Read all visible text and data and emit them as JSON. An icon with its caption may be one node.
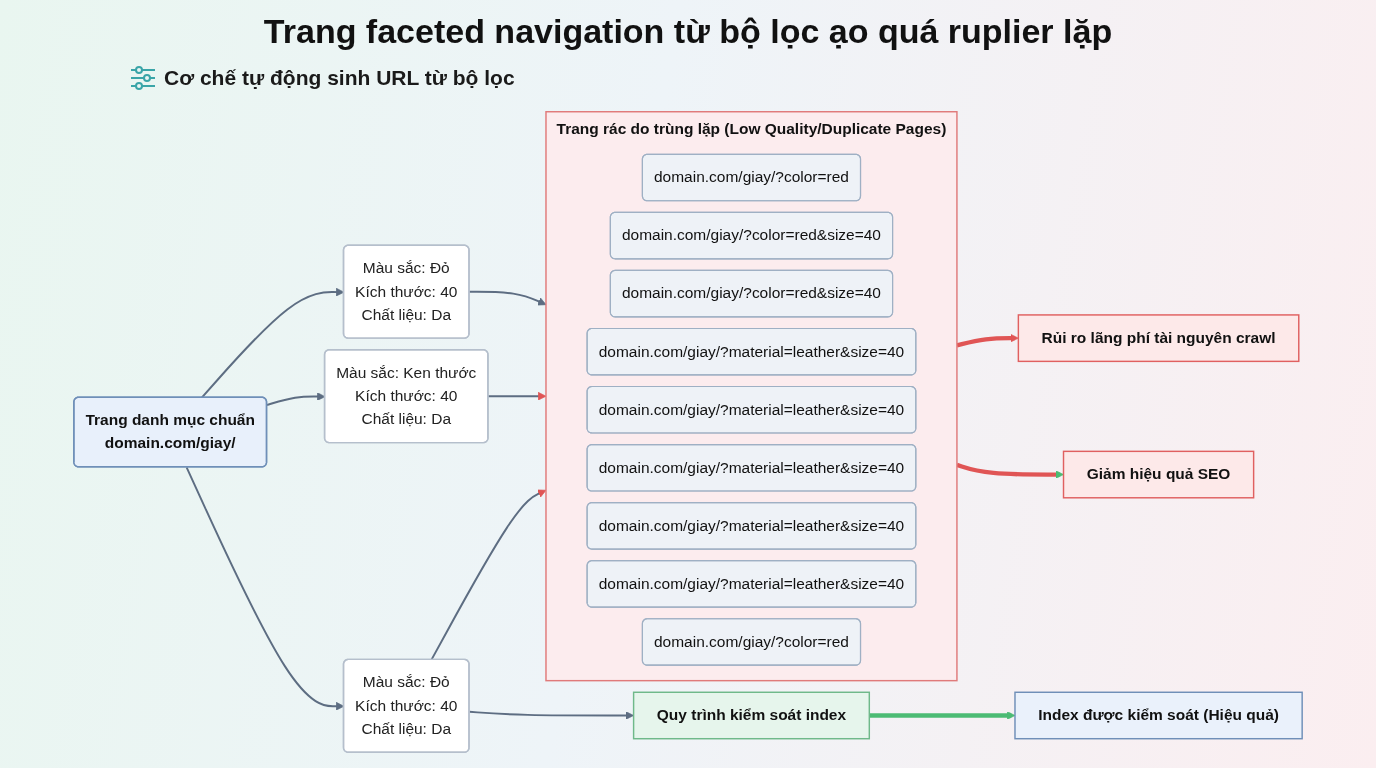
{
  "diagram": {
    "title": "Trang faceted navigation từ bộ lọc ạo quá ruplier lặp",
    "nodes": [
      {
        "text": [
          "Trang danh mục chuẩn",
          "domain.com/giay/"
        ]
      },
      {
        "text": [
          "Màu sắc: Đỏ",
          "Kích thước: 40",
          "Chất liệu: Da"
        ]
      },
      {
        "text": [
          "Màu sắc: Ken thước",
          "Kích thước: 40",
          "Chất liệu: Da"
        ]
      },
      {
        "text": [
          "Màu sắc: Đỏ",
          "Kích thước: 40",
          "Chất liệu: Da"
        ]
      },
      {
        "text": [
          "Trang rác do trùng lặp (Low Quality/Duplicate Pages)"
        ]
      },
      {
        "text": [
          "domain.com/giay/?color=red"
        ],
        "in": 4
      },
      {
        "text": [
          "domain.com/giay/?color=red&size=40"
        ],
        "in": 4
      },
      {
        "text": [
          "domain.com/giay/?color=red&size=40"
        ],
        "in": 4
      },
      {
        "text": [
          "domain.com/giay/?material=leather&size=40"
        ],
        "in": 4
      },
      {
        "text": [
          "domain.com/giay/?material=leather&size=40"
        ],
        "in": 4
      },
      {
        "text": [
          "domain.com/giay/?material=leather&size=40"
        ],
        "in": 4
      },
      {
        "text": [
          "domain.com/giay/?material=leather&size=40"
        ],
        "in": 4
      },
      {
        "text": [
          "domain.com/giay/?material=leather&size=40"
        ],
        "in": 4
      },
      {
        "text": [
          "domain.com/giay/?color=red"
        ],
        "in": 4
      },
      {
        "text": [
          "Rủi ro lãng phí tài nguyên crawl"
        ]
      },
      {
        "text": [
          "Giảm hiệu quả SEO"
        ]
      },
      {
        "text": [
          "Quy trình kiểm soát index"
        ]
      },
      {
        "text": [
          "Index được kiểm soát (Hiệu quả)"
        ]
      }
    ],
    "edges": [
      {
        "from": 0,
        "to": 1,
        "arrow": "to"
      },
      {
        "from": 0,
        "to": 2,
        "arrow": "to"
      },
      {
        "from": 0,
        "to": 3,
        "arrow": "to"
      },
      {
        "from": 1,
        "to": 4,
        "arrow": "to"
      },
      {
        "from": 2,
        "to": 4,
        "arrow": "to"
      },
      {
        "from": 3,
        "to": 4,
        "arrow": "to"
      },
      {
        "from": 4,
        "to": 14,
        "arrow": "to",
        "style": "thick",
        "color": "#e05555"
      },
      {
        "from": 4,
        "to": 15,
        "arrow": "to",
        "style": "thick",
        "color": "#e05555"
      },
      {
        "from": 3,
        "to": 16,
        "arrow": "to"
      },
      {
        "from": 16,
        "to": 17,
        "arrow": "to",
        "style": "thick",
        "color": "#4cbb74"
      }
    ],
    "labels": [
      "Cơ chế tự động sinh URL từ bộ lọc"
    ]
  }
}
